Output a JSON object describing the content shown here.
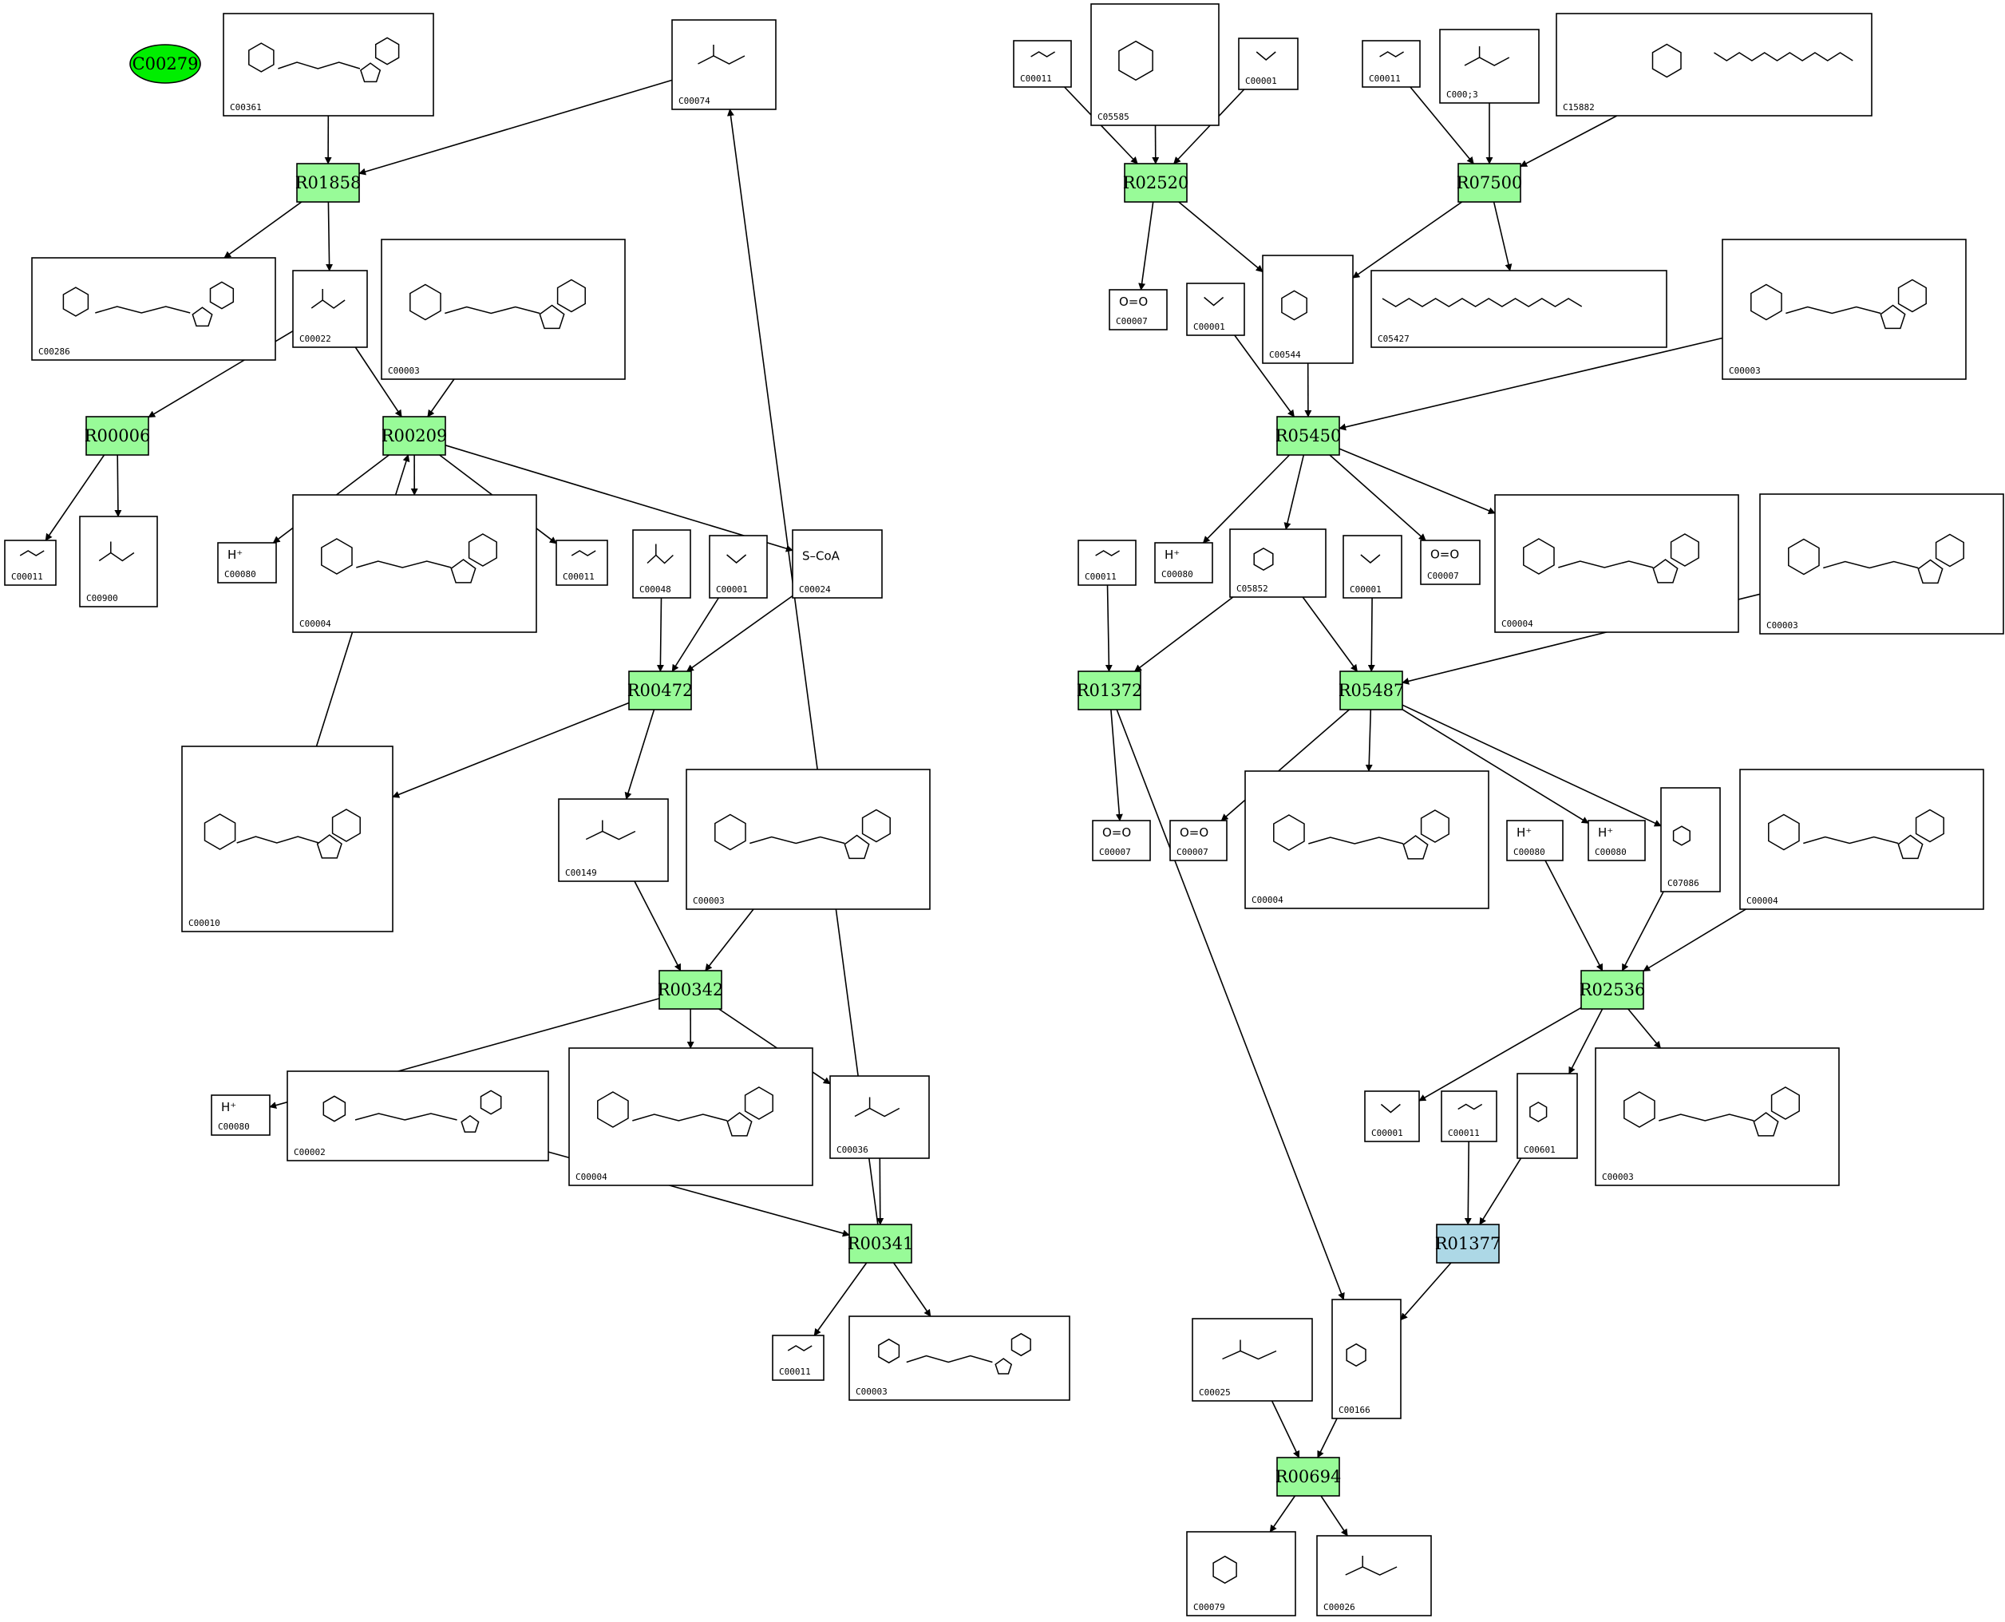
{
  "colors": {
    "reaction_fill": "#98fb98",
    "reaction_highlight_fill": "#add8e6",
    "start_fill": "#00ee00",
    "edge": "#000000"
  },
  "start_node": {
    "id": "start",
    "label": "C00279"
  },
  "reactions": [
    {
      "id": "R01858",
      "label": "R01858",
      "highlight": false
    },
    {
      "id": "R00006",
      "label": "R00006",
      "highlight": false
    },
    {
      "id": "R00209",
      "label": "R00209",
      "highlight": false
    },
    {
      "id": "R00472",
      "label": "R00472",
      "highlight": false
    },
    {
      "id": "R00342",
      "label": "R00342",
      "highlight": false
    },
    {
      "id": "R00341",
      "label": "R00341",
      "highlight": false
    },
    {
      "id": "R02520",
      "label": "R02520",
      "highlight": false
    },
    {
      "id": "R07500",
      "label": "R07500",
      "highlight": false
    },
    {
      "id": "R05450",
      "label": "R05450",
      "highlight": false
    },
    {
      "id": "R01372",
      "label": "R01372",
      "highlight": false
    },
    {
      "id": "R05487",
      "label": "R05487",
      "highlight": false
    },
    {
      "id": "R02536",
      "label": "R02536",
      "highlight": false
    },
    {
      "id": "R01377",
      "label": "R01377",
      "highlight": true
    },
    {
      "id": "R00694",
      "label": "R00694",
      "highlight": false
    }
  ],
  "compounds": [
    {
      "id": "c1",
      "label": "C00361",
      "glyph": "nucleotide-diphosphate"
    },
    {
      "id": "c2",
      "label": "C00074",
      "glyph": "small-acid"
    },
    {
      "id": "c3",
      "label": "C00286",
      "glyph": "nucleotide-triphosphate"
    },
    {
      "id": "c4",
      "label": "C00022",
      "glyph": "small-acid"
    },
    {
      "id": "c5",
      "label": "C00003",
      "glyph": "nad"
    },
    {
      "id": "c6",
      "label": "C00011",
      "glyph": "co2"
    },
    {
      "id": "c7",
      "label": "C00900",
      "glyph": "small-acid"
    },
    {
      "id": "c8",
      "label": "C00080",
      "glyph": "proton",
      "formula": "H⁺"
    },
    {
      "id": "c9",
      "label": "C00004",
      "glyph": "nad"
    },
    {
      "id": "c10",
      "label": "C00011",
      "glyph": "co2"
    },
    {
      "id": "c11",
      "label": "C00048",
      "glyph": "small-acid"
    },
    {
      "id": "c12",
      "label": "C00001",
      "glyph": "water"
    },
    {
      "id": "c13",
      "label": "C00024",
      "glyph": "acetyl-coa",
      "formula": "S–CoA"
    },
    {
      "id": "c14",
      "label": "C00010",
      "glyph": "coa"
    },
    {
      "id": "c15",
      "label": "C00149",
      "glyph": "small-acid"
    },
    {
      "id": "c16",
      "label": "C00003",
      "glyph": "nad"
    },
    {
      "id": "c17",
      "label": "C00080",
      "glyph": "proton",
      "formula": "H⁺"
    },
    {
      "id": "c18",
      "label": "C00002",
      "glyph": "nucleotide-triphosphate"
    },
    {
      "id": "c19",
      "label": "C00004",
      "glyph": "nad"
    },
    {
      "id": "c20",
      "label": "C00036",
      "glyph": "small-acid"
    },
    {
      "id": "c21",
      "label": "C00011",
      "glyph": "co2"
    },
    {
      "id": "c22",
      "label": "C00003",
      "glyph": "nucleotide-diphosphate"
    },
    {
      "id": "c23",
      "label": "C00011",
      "glyph": "co2"
    },
    {
      "id": "c24",
      "label": "C05585",
      "glyph": "aromatic"
    },
    {
      "id": "c25",
      "label": "C00001",
      "glyph": "water"
    },
    {
      "id": "c26",
      "label": "C00011",
      "glyph": "co2"
    },
    {
      "id": "c27",
      "label": "C000;3",
      "glyph": "diphosphate"
    },
    {
      "id": "c28",
      "label": "C15882",
      "glyph": "prenyl-aromatic"
    },
    {
      "id": "c29",
      "label": "C00007",
      "glyph": "o2",
      "formula": "O=O"
    },
    {
      "id": "c30",
      "label": "C00001",
      "glyph": "water"
    },
    {
      "id": "c31",
      "label": "C00544",
      "glyph": "aromatic"
    },
    {
      "id": "c32",
      "label": "C05427",
      "glyph": "prenyl-diphosphate"
    },
    {
      "id": "c33",
      "label": "C00003",
      "glyph": "nad"
    },
    {
      "id": "c34",
      "label": "C00011",
      "glyph": "co2"
    },
    {
      "id": "c35",
      "label": "C00080",
      "glyph": "proton",
      "formula": "H⁺"
    },
    {
      "id": "c36",
      "label": "C05852",
      "glyph": "aromatic"
    },
    {
      "id": "c37",
      "label": "C00001",
      "glyph": "water"
    },
    {
      "id": "c38",
      "label": "C00007",
      "glyph": "o2",
      "formula": "O=O"
    },
    {
      "id": "c39",
      "label": "C00004",
      "glyph": "nad"
    },
    {
      "id": "c40",
      "label": "C00003",
      "glyph": "nad"
    },
    {
      "id": "c41",
      "label": "C00007",
      "glyph": "o2",
      "formula": "O=O"
    },
    {
      "id": "c42",
      "label": "C00007",
      "glyph": "o2",
      "formula": "O=O"
    },
    {
      "id": "c43",
      "label": "C00004",
      "glyph": "nad"
    },
    {
      "id": "c44",
      "label": "C00080",
      "glyph": "proton",
      "formula": "H⁺"
    },
    {
      "id": "c45",
      "label": "C00080",
      "glyph": "proton",
      "formula": "H⁺"
    },
    {
      "id": "c46",
      "label": "C07086",
      "glyph": "aromatic"
    },
    {
      "id": "c47",
      "label": "C00004",
      "glyph": "nad"
    },
    {
      "id": "c48",
      "label": "C00001",
      "glyph": "water"
    },
    {
      "id": "c49",
      "label": "C00011",
      "glyph": "co2"
    },
    {
      "id": "c50",
      "label": "C00601",
      "glyph": "aromatic"
    },
    {
      "id": "c51",
      "label": "C00003",
      "glyph": "nad"
    },
    {
      "id": "c52",
      "label": "C00025",
      "glyph": "small-acid"
    },
    {
      "id": "c53",
      "label": "C00166",
      "glyph": "aromatic"
    },
    {
      "id": "c54",
      "label": "C00079",
      "glyph": "aromatic"
    },
    {
      "id": "c55",
      "label": "C00026",
      "glyph": "small-acid"
    }
  ]
}
